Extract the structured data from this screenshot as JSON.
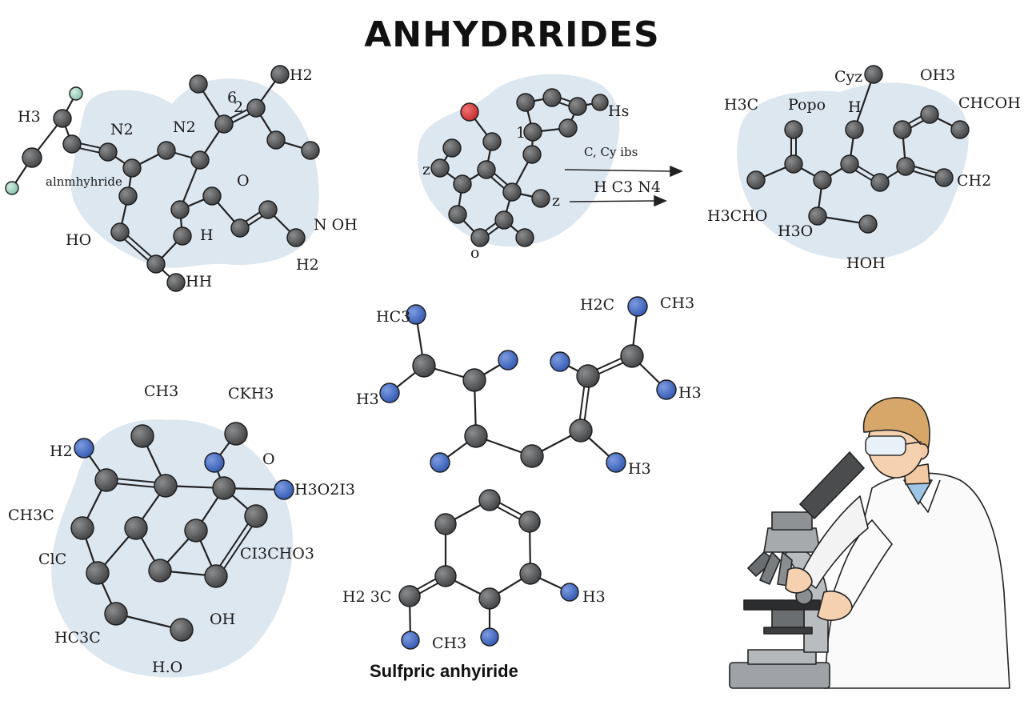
{
  "title": "ANHYDRRIDES",
  "caption": "Sulfpric anhyiride",
  "colors": {
    "carbon": "#555759",
    "nitrogen": "#4a6fc9",
    "oxygen": "#d63a3a",
    "hydrogen": "#a8d5c4",
    "blob": "#dde7f0",
    "bond": "#222222"
  },
  "molecules": [
    {
      "id": "mol-top-left",
      "labels": [
        "H3",
        "N2",
        "N2",
        "6",
        "2",
        "H2",
        "alnmhyhride",
        "O",
        "HO",
        "H",
        "N OH",
        "H2",
        "HH"
      ]
    },
    {
      "id": "mol-top-center",
      "labels": [
        "Hs",
        "1",
        "z",
        "z",
        "o",
        "C, Cy ibs",
        "H C3 N4"
      ]
    },
    {
      "id": "mol-top-right",
      "labels": [
        "Cyz",
        "OH3",
        "H3C",
        "Popo",
        "H",
        "CHCOH",
        "CH2",
        "H3CHO",
        "H3O",
        "HOH"
      ]
    },
    {
      "id": "mol-middle",
      "labels": [
        "HC3",
        "H3",
        "H2C",
        "CH3",
        "H3",
        "H3"
      ]
    },
    {
      "id": "mol-bottom-left",
      "labels": [
        "CH3",
        "CKH3",
        "H2",
        "O",
        "H3O2I3",
        "CH3C",
        "CI3CHO3",
        "ClC",
        "HC3C",
        "OH",
        "H.O"
      ]
    },
    {
      "id": "mol-bottom-center",
      "labels": [
        "H2 3C",
        "H3",
        "CH3"
      ]
    }
  ]
}
